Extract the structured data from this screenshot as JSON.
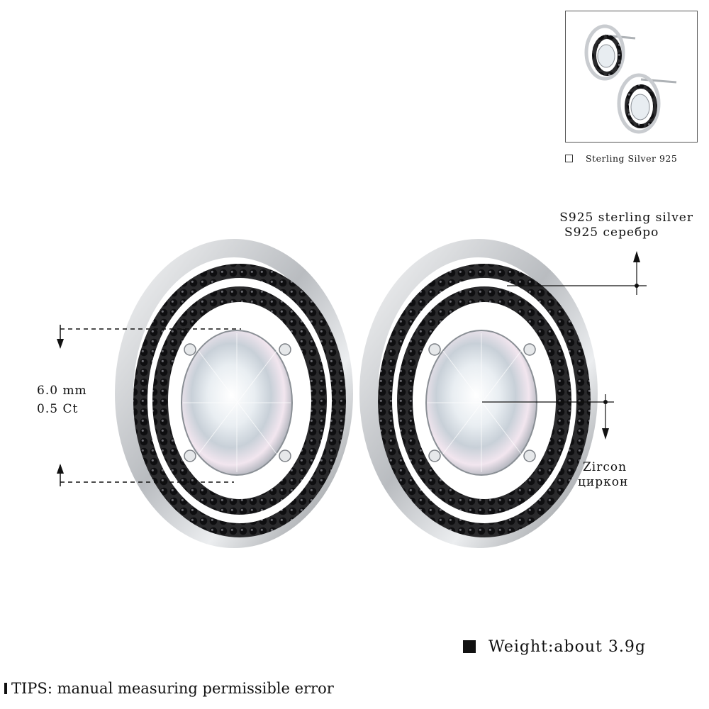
{
  "inset": {
    "caption": "Sterling Silver 925"
  },
  "labels": {
    "material_en": "S925 sterling silver",
    "material_ru": "S925 серебро",
    "size": "6.0 mm",
    "carat": "0.5 Ct",
    "stone_en": "Zircon",
    "stone_ru": "циркон"
  },
  "weight": "Weight:about 3.9g",
  "tips": "TIPS: manual measuring permissible error",
  "colors": {
    "background": "#ffffff",
    "silver": "#c9ccd0",
    "black_stone": "#1c1c1e",
    "text": "#111111"
  },
  "icons": {
    "inset_checkbox": "empty-square-icon",
    "weight_bullet": "filled-square-icon",
    "tips_bullet": "vertical-bar-icon"
  }
}
